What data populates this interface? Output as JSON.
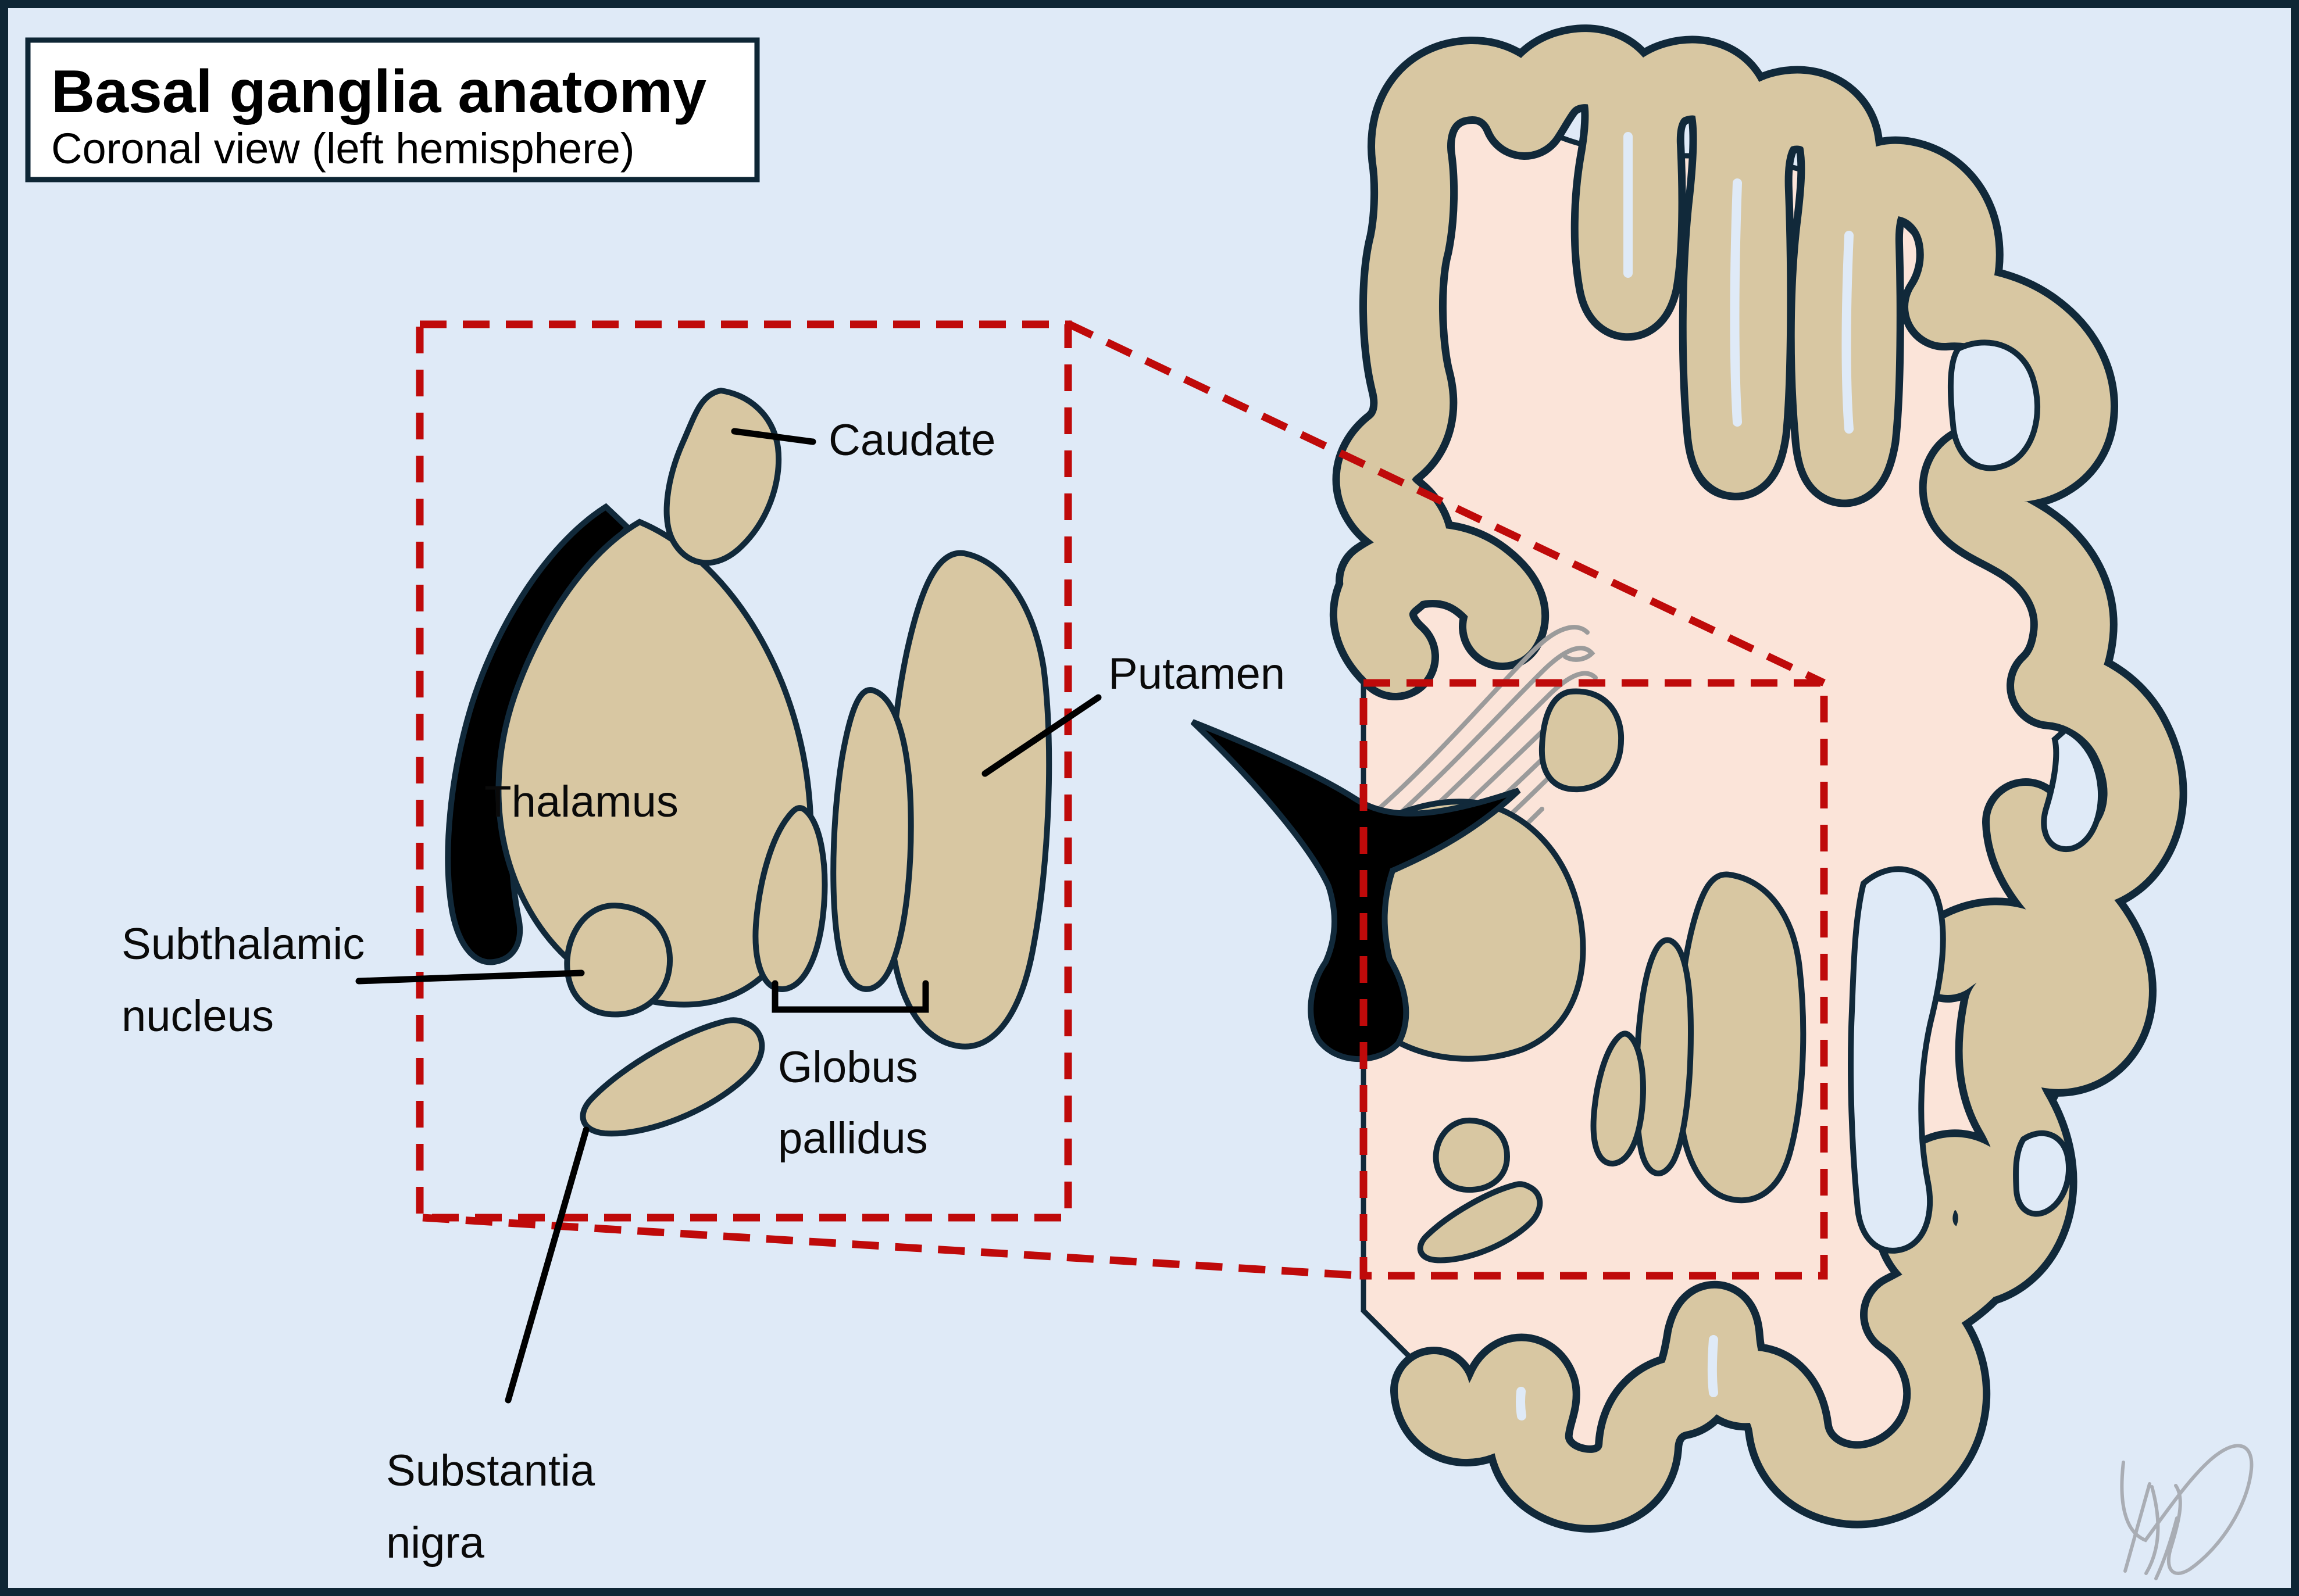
{
  "title": {
    "heading": "Basal ganglia anatomy",
    "subheading": "Coronal view (left hemisphere)"
  },
  "labels": {
    "caudate": "Caudate",
    "thalamus": "Thalamus",
    "putamen": "Putamen",
    "subthalamic": [
      "Subthalamic",
      "nucleus"
    ],
    "globus_pallidus": [
      "Globus",
      "pallidus"
    ],
    "substantia_nigra": [
      "Substantia",
      "nigra"
    ]
  },
  "colors": {
    "background": "#dfeaf7",
    "frame_border": "#0e2635",
    "tissue_peach": "#fbe4d9",
    "structure_tan": "#d8c7a2",
    "outline_navy": "#11293a",
    "highlight_red": "#bf0a0a",
    "ventricle_black": "#000000",
    "fiber_gray": "#9b9b9b",
    "signature_gray": "#a9adb4",
    "title_box_fill": "#ffffff"
  }
}
